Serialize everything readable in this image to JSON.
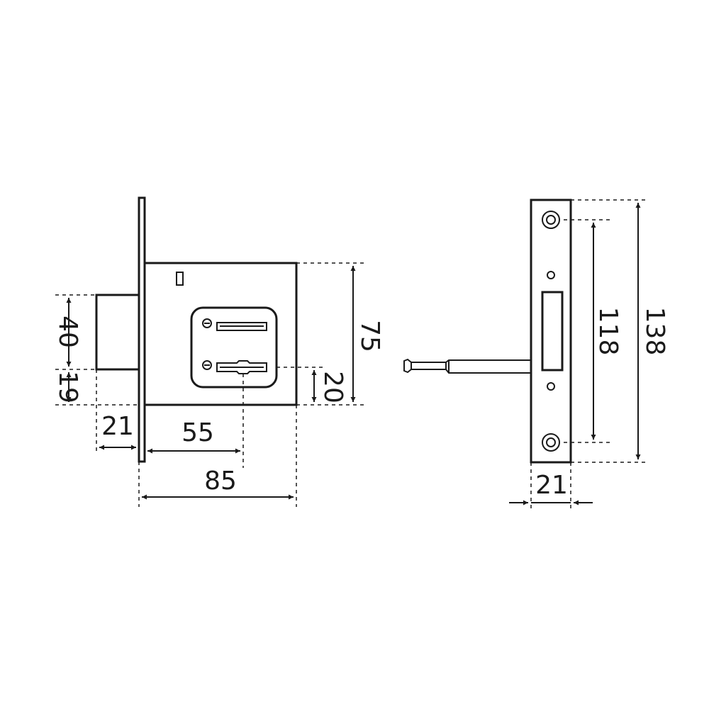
{
  "colors": {
    "line": "#1a1a1a",
    "background": "#ffffff"
  },
  "lock": {
    "bolt_height": "40",
    "bolt_offset": "19",
    "bolt_throw": "21",
    "backset": "55",
    "body_depth": "85",
    "body_height": "75",
    "key_offset": "20"
  },
  "strike_plate": {
    "screw_spacing": "118",
    "plate_height": "138",
    "plate_width": "21"
  }
}
